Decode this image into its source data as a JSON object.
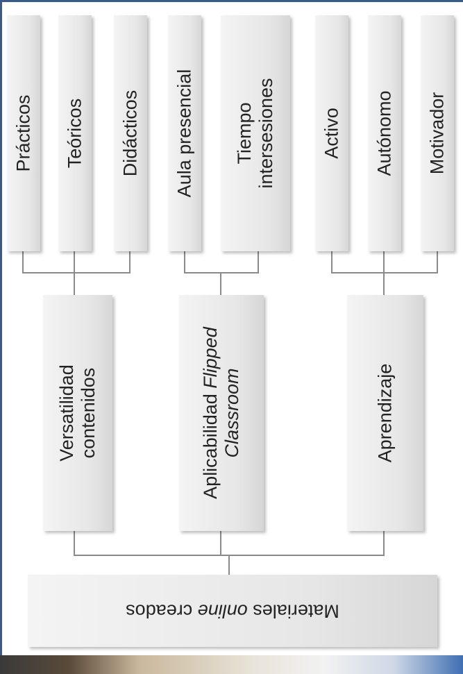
{
  "root": {
    "before": "Materiales ",
    "italic": "online",
    "after": " creados"
  },
  "categories": [
    {
      "line1": "Versatilidad",
      "line2": "contenidos",
      "line2_italic": ""
    },
    {
      "line1": "Aplicabilidad ",
      "line1_italic": "Flipped",
      "line2": "",
      "line2_italic": "Classroom"
    },
    {
      "line1": "Aprendizaje"
    }
  ],
  "leaves": {
    "versatilidad": [
      "Prácticos",
      "Teóricos",
      "Didácticos"
    ],
    "aplicabilidad": [
      {
        "line1": "Aula presencial"
      },
      {
        "line1": "Tiempo",
        "line2": "intersesiones"
      }
    ],
    "aprendizaje": [
      "Activo",
      "Autónomo",
      "Motivador"
    ]
  },
  "colors": {
    "border": "#3d5a8c",
    "box": "#e6e6e6",
    "line": "#888888"
  }
}
